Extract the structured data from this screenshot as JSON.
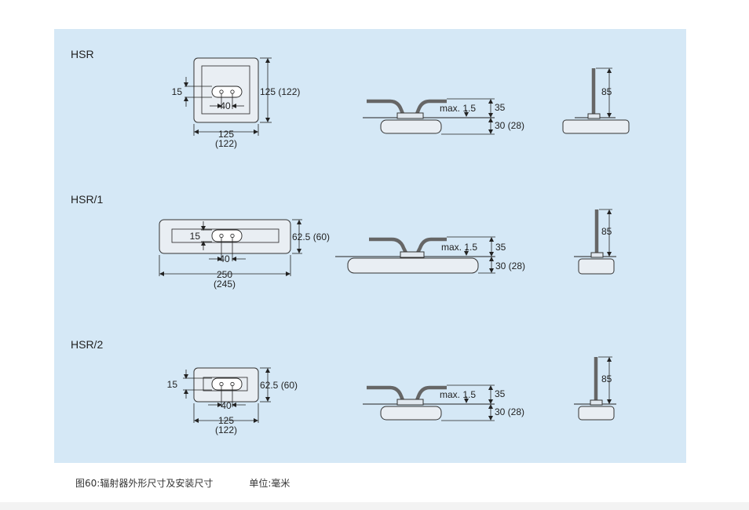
{
  "rows": [
    {
      "title": "HSR",
      "front": {
        "hole": "15",
        "pitch": "40",
        "height": "125 (122)",
        "width": "125",
        "width_alt": "(122)"
      },
      "side": {
        "gap": "max. 1.5",
        "top": "35",
        "bottom": "30 (28)"
      },
      "end": {
        "height": "85"
      }
    },
    {
      "title": "HSR/1",
      "front": {
        "hole": "15",
        "pitch": "40",
        "height": "62.5 (60)",
        "width": "250",
        "width_alt": "(245)"
      },
      "side": {
        "gap": "max. 1.5",
        "top": "35",
        "bottom": "30 (28)"
      },
      "end": {
        "height": "85"
      }
    },
    {
      "title": "HSR/2",
      "front": {
        "hole": "15",
        "pitch": "40",
        "height": "62.5 (60)",
        "width": "125",
        "width_alt": "(122)"
      },
      "side": {
        "gap": "max. 1.5",
        "top": "35",
        "bottom": "30 (28)"
      },
      "end": {
        "height": "85"
      }
    }
  ],
  "caption": {
    "text": "图60:辐射器外形尺寸及安装尺寸",
    "unit": "单位:毫米"
  }
}
